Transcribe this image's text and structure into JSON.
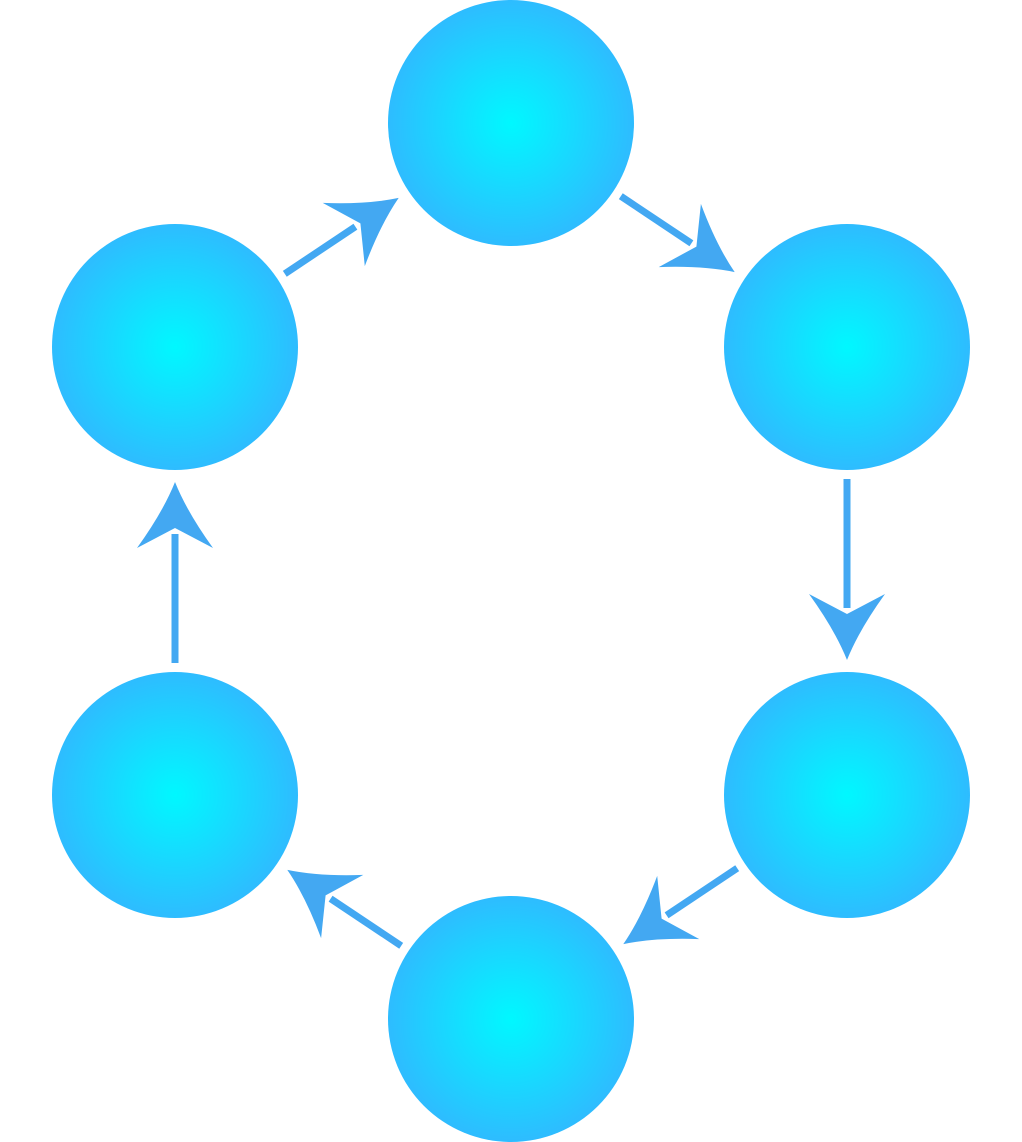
{
  "diagram": {
    "type": "cycle",
    "direction": "clockwise",
    "node_count": 6,
    "colors": {
      "node_center": "#00F8FF",
      "node_edge": "#2EBCFF",
      "arrow": "#43A8F2",
      "background": "#FFFFFF"
    },
    "nodes": [
      {
        "id": "node-top"
      },
      {
        "id": "node-upper-right"
      },
      {
        "id": "node-lower-right"
      },
      {
        "id": "node-bottom"
      },
      {
        "id": "node-lower-left"
      },
      {
        "id": "node-upper-left"
      }
    ],
    "edges": [
      {
        "from": "node-top",
        "to": "node-upper-right"
      },
      {
        "from": "node-upper-right",
        "to": "node-lower-right"
      },
      {
        "from": "node-lower-right",
        "to": "node-bottom"
      },
      {
        "from": "node-bottom",
        "to": "node-lower-left"
      },
      {
        "from": "node-lower-left",
        "to": "node-upper-left"
      },
      {
        "from": "node-upper-left",
        "to": "node-top"
      }
    ]
  }
}
